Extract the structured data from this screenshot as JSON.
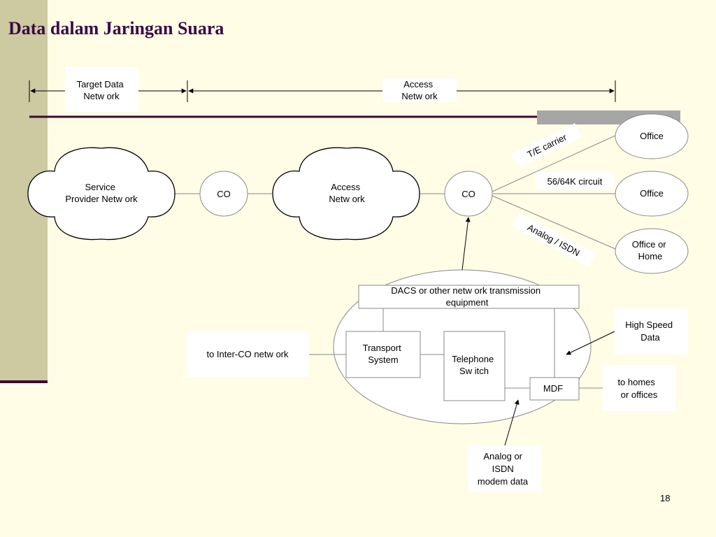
{
  "slide": {
    "title": "Data dalam Jaringan Suara",
    "page_number": "18"
  },
  "diagram": {
    "segments": {
      "target_data_network": [
        "Target Data",
        "Netw ork"
      ],
      "access_network": [
        "Access",
        "Netw ork"
      ]
    },
    "nodes": {
      "service_provider_network": [
        "Service",
        "Provider Netw ork"
      ],
      "co_left": [
        "CO"
      ],
      "access_network_cloud": [
        "Access",
        "Netw ork"
      ],
      "co_right": [
        "CO"
      ],
      "office_top": [
        "Office"
      ],
      "office_middle": [
        "Office"
      ],
      "office_or_home": [
        "Office or",
        "Home"
      ],
      "dacs": [
        "DACS or other netw ork transmission",
        "equipment"
      ],
      "transport_system": [
        "Transport",
        "System"
      ],
      "telephone_switch": [
        "Telephone",
        "Sw itch"
      ],
      "mdf": [
        "MDF"
      ],
      "inter_co_network": [
        "to Inter-CO netw ork"
      ],
      "high_speed_data": [
        "High Speed",
        "Data"
      ],
      "to_homes_offices": [
        "to homes",
        "or offices"
      ],
      "analog_isdn_modem": [
        "Analog or",
        "ISDN",
        "modem data"
      ]
    },
    "link_labels": {
      "te_carrier": [
        "T/E carrier"
      ],
      "circuit_56_64k": [
        "56/64K circuit"
      ],
      "analog_isdn": [
        "Analog / ISDN"
      ]
    }
  }
}
